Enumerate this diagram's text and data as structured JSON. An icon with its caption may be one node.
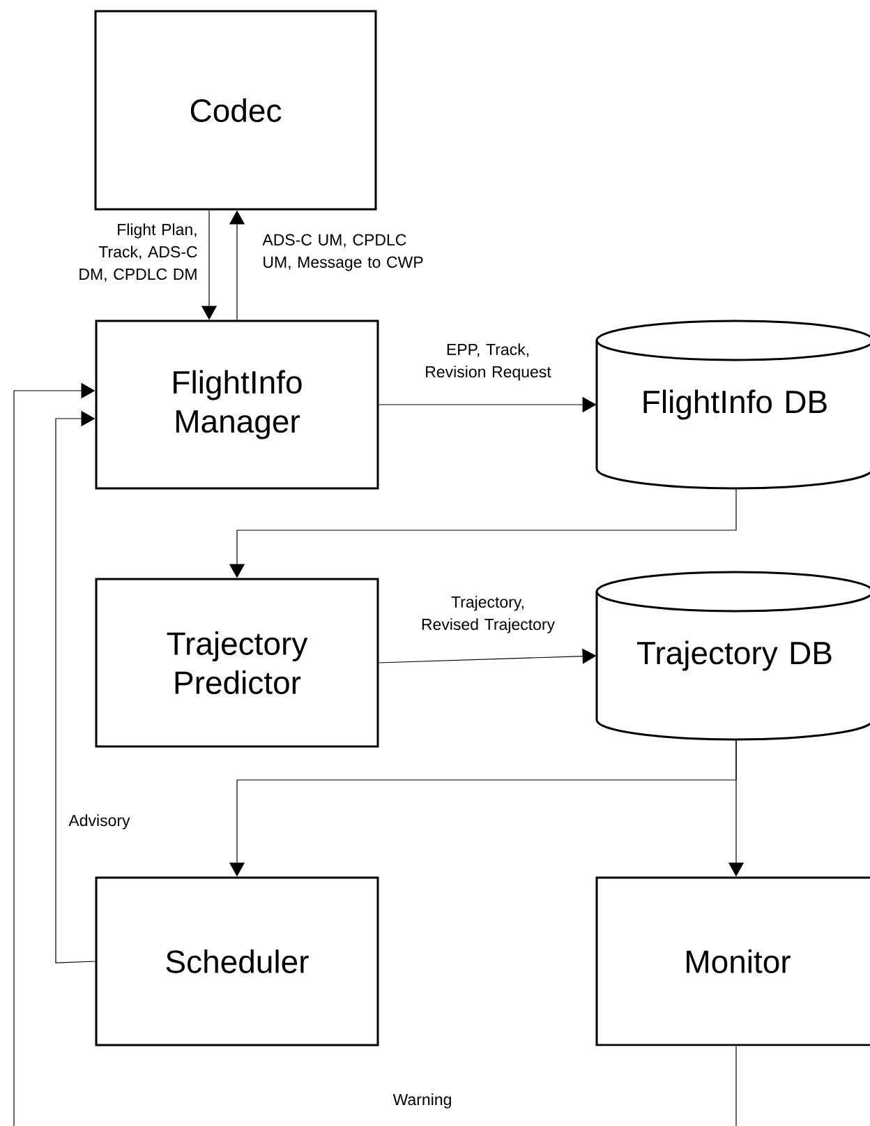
{
  "diagram": {
    "nodes": [
      {
        "text": [
          "Codec"
        ]
      },
      {
        "text": [
          "FlightInfo Manager"
        ]
      },
      {
        "text": [
          "FlightInfo DB"
        ]
      },
      {
        "text": [
          "Trajectory Predictor"
        ]
      },
      {
        "text": [
          "Trajectory DB"
        ]
      },
      {
        "text": [
          "Scheduler"
        ]
      },
      {
        "text": [
          "Monitor"
        ]
      }
    ],
    "edges": [
      {
        "from": 0,
        "to": 1,
        "arrow": "to",
        "label": "Flight Plan, Track, ADS-C DM, CPDLC DM"
      },
      {
        "from": 1,
        "to": 0,
        "arrow": "to",
        "label": "ADS-C UM, CPDLC UM, Message to CWP"
      },
      {
        "from": 1,
        "to": 2,
        "arrow": "to",
        "label": "EPP, Track, Revision Request"
      },
      {
        "from": 2,
        "to": 3,
        "arrow": "to"
      },
      {
        "from": 3,
        "to": 4,
        "arrow": "to",
        "label": "Trajectory, Revised Trajectory"
      },
      {
        "from": 4,
        "to": 5,
        "arrow": "to"
      },
      {
        "from": 4,
        "to": 6,
        "arrow": "to"
      },
      {
        "from": 5,
        "to": 1,
        "arrow": "to",
        "label": "Advisory"
      },
      {
        "from": 6,
        "to": 1,
        "arrow": "to",
        "label": "Warning"
      }
    ]
  }
}
